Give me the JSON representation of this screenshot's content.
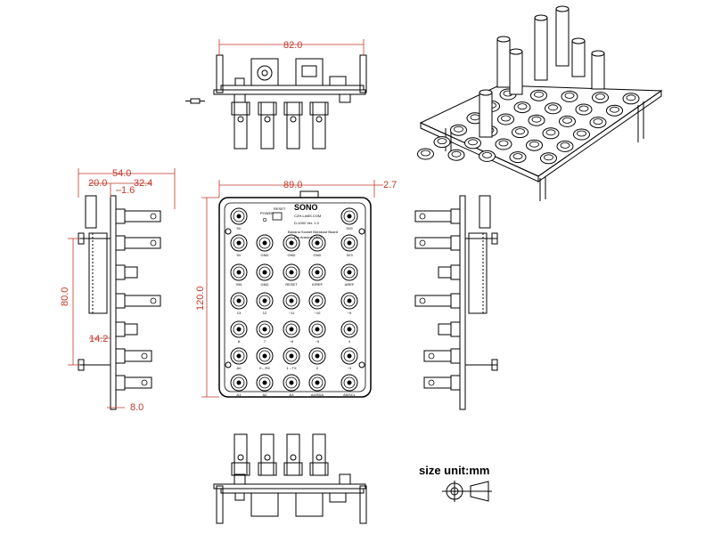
{
  "dimensions": {
    "top_width": "82.0",
    "front_width": "89.0",
    "front_overhang": "2.7",
    "front_height": "120.0",
    "side_total": "54.0",
    "side_a": "20.0",
    "side_b": "32.4",
    "side_c": "1.6",
    "side_height": "80.0",
    "side_d": "14.2",
    "side_e": "8.0"
  },
  "board": {
    "brand": "SONO",
    "website": "CZH-LABS.COM",
    "model": "D-1092  Ver. 1.0",
    "title_line1": "Banana Socket Breakout Board",
    "title_line2": "For Arduino UNO",
    "power_label": "POWER",
    "reset_label": "RESET",
    "labels_row0": [
      "5V",
      "",
      "",
      "",
      "5V5"
    ],
    "labels_row1": [
      "5V",
      "GND",
      "GND",
      "GND",
      "3V3"
    ],
    "labels_row2": [
      "VIN",
      "GND",
      "RESET",
      "IOREF",
      "AREF"
    ],
    "labels_row3": [
      "13",
      "12",
      "~11",
      "~10",
      "~9"
    ],
    "labels_row4": [
      "8",
      "7",
      "~6",
      "~5",
      "4"
    ],
    "labels_row5": [
      "A0",
      "0←RX",
      "1→TX",
      "2",
      "~3"
    ],
    "labels_row6": [
      "A1",
      "A2",
      "A3",
      "A4/SDA",
      "A5/SCL"
    ]
  },
  "legend": {
    "size_unit": "size unit:mm"
  },
  "colors": {
    "line": "#000000",
    "dimension": "#c0392b"
  }
}
